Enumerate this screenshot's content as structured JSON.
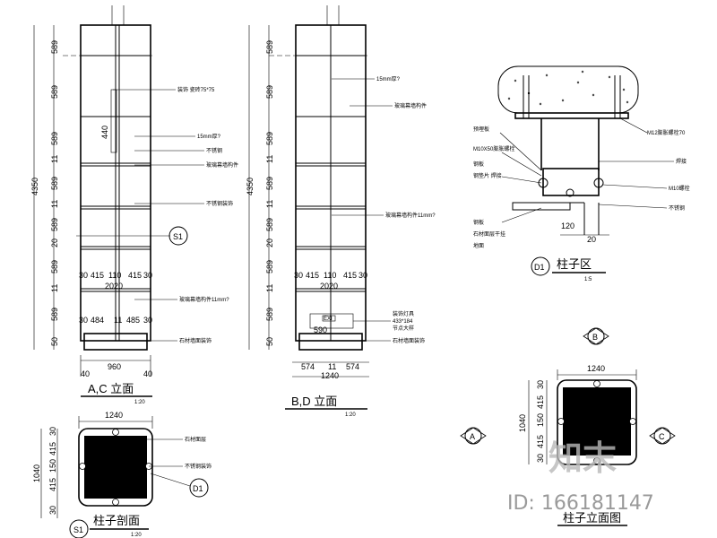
{
  "elevation_ac": {
    "title": "A,C 立面",
    "scale": "1:20",
    "total_height": "4350",
    "height_dims": [
      "589",
      "589",
      "589",
      "11",
      "589",
      "11",
      "589",
      "20",
      "589",
      "11",
      "589",
      "50"
    ],
    "row_dims_1": [
      "30",
      "415",
      "110",
      "415",
      "30"
    ],
    "row_mid_1": "2020",
    "row_dims_2": [
      "30",
      "484",
      "11",
      "485",
      "30"
    ],
    "bottom_dims": [
      "40",
      "960",
      "40"
    ],
    "dim_440": "440",
    "notes": [
      "装饰 瓷砖75*75",
      "15mm厚?",
      "不锈钢",
      "玻璃幕墙构件",
      "不锈钢装饰",
      "玻璃幕墙构件11mm?",
      "石材墙面装饰"
    ],
    "section_tag": "S1"
  },
  "elevation_bd": {
    "title": "B,D 立面",
    "scale": "1:20",
    "total_height": "4350",
    "height_dims": [
      "589",
      "589",
      "589",
      "11",
      "589",
      "11",
      "589",
      "20",
      "589",
      "11",
      "589",
      "50"
    ],
    "row_dims_1": [
      "30",
      "415",
      "110",
      "415",
      "30"
    ],
    "row_mid_1": "2020",
    "bottom_dims": [
      "574",
      "11",
      "574"
    ],
    "bottom_total": "1240",
    "box_label": "590",
    "box_tag": "EXI",
    "notes": [
      "15mm厚?",
      "玻璃幕墙构件",
      "玻璃幕墙构件11mm?",
      "433*184",
      "石材墙面装饰",
      "装饰灯具",
      "节点大样"
    ]
  },
  "column_zone": {
    "title": "柱子区",
    "scale": "1:5",
    "tag": "D1",
    "dims": [
      "120",
      "20"
    ],
    "notes_left": [
      "预埋板",
      "M10X50膨胀螺栓",
      "钢板",
      "钢垫片 焊接",
      "钢板",
      "石材面层干挂",
      "地面"
    ],
    "notes_right": [
      "M12膨胀螺栓70",
      "焊接",
      "M10螺栓",
      "不锈钢"
    ]
  },
  "column_section": {
    "title": "柱子剖面",
    "tag": "S1",
    "scale": "1:20",
    "top_dim": "1240",
    "side_total": "1040",
    "side_dims": [
      "30",
      "415",
      "150",
      "415",
      "30"
    ],
    "notes": [
      "石材面层",
      "不锈钢装饰"
    ],
    "detail_tag": "D1"
  },
  "column_plan": {
    "title": "柱子立面图",
    "top_dim": "1240",
    "side_total": "1040",
    "side_dims": [
      "30",
      "415",
      "150",
      "415",
      "30"
    ],
    "markers": [
      "B",
      "A",
      "C"
    ]
  },
  "watermark": {
    "brand": "知末",
    "id_text": "ID: 166181147"
  }
}
